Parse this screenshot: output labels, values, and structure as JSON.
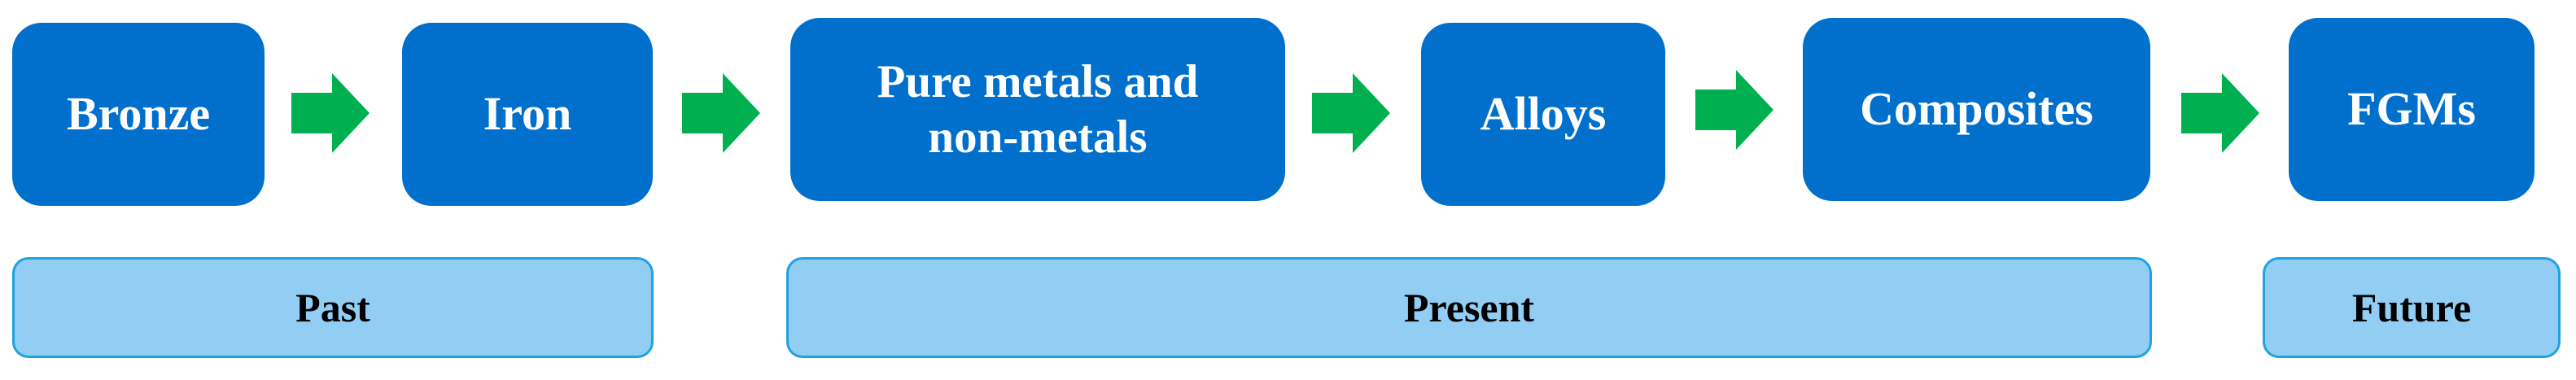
{
  "stages": [
    {
      "id": "bronze",
      "lines": [
        "Bronze"
      ]
    },
    {
      "id": "iron",
      "lines": [
        "Iron"
      ]
    },
    {
      "id": "pure-metals",
      "lines": [
        "Pure metals and",
        "non-metals"
      ]
    },
    {
      "id": "alloys",
      "lines": [
        "Alloys"
      ]
    },
    {
      "id": "composites",
      "lines": [
        "Composites"
      ]
    },
    {
      "id": "fgms",
      "lines": [
        "FGMs"
      ]
    }
  ],
  "eras": {
    "past": "Past",
    "present": "Present",
    "future": "Future"
  },
  "colors": {
    "stage_box": "#0070cc",
    "arrow": "#00b050",
    "era_bar": "#92cdf4",
    "era_border": "#1ea3e0"
  }
}
